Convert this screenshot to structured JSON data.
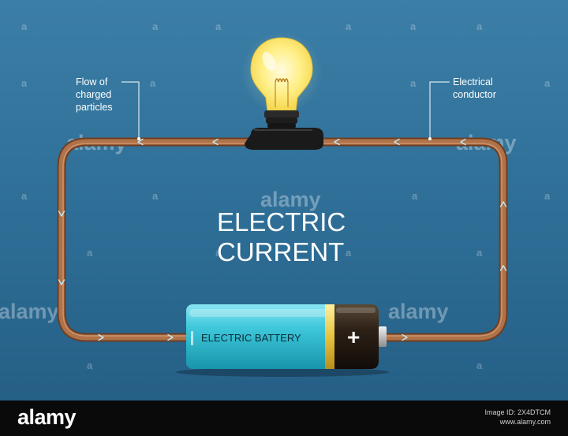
{
  "diagram": {
    "title_line1": "ELECTRIC",
    "title_line2": "CURRENT",
    "label_flow_line1": "Flow of",
    "label_flow_line2": "charged",
    "label_flow_line3": "particles",
    "label_conductor_line1": "Electrical",
    "label_conductor_line2": "conductor",
    "battery_label": "ELECTRIC BATTERY",
    "battery_plus": "+",
    "background_color": "#2e6e96",
    "wire_color": "#a86a42",
    "battery_color": "#36c6d8"
  },
  "watermark": {
    "text": "alamy",
    "small": "a"
  },
  "footer": {
    "logo": "alamy",
    "image_id": "Image ID: 2X4DTCM",
    "site": "www.alamy.com"
  }
}
